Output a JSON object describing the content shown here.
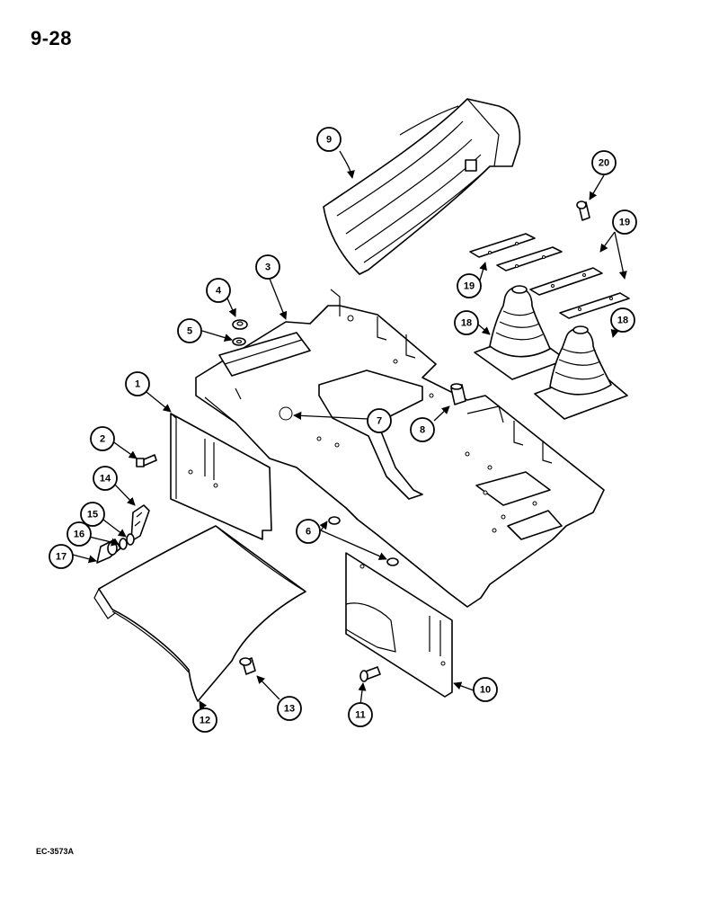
{
  "header": {
    "page_number": "9-28"
  },
  "footer": {
    "drawing_code": "EC-3573A"
  },
  "callouts": [
    "1",
    "2",
    "3",
    "4",
    "5",
    "6",
    "7",
    "8",
    "9",
    "10",
    "11",
    "12",
    "13",
    "14",
    "15",
    "16",
    "17",
    "18",
    "18",
    "19",
    "19",
    "20"
  ]
}
